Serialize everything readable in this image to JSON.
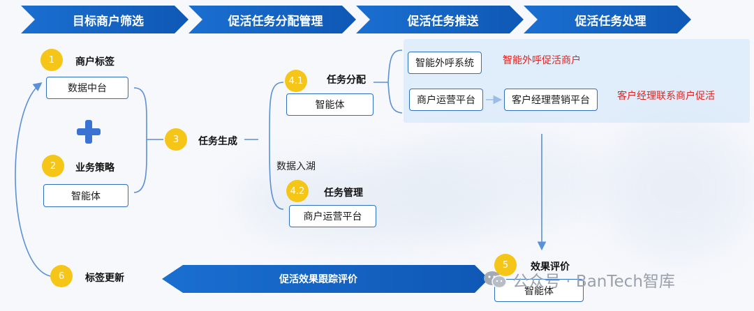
{
  "stages": [
    "目标商户筛选",
    "促活任务分配管理",
    "促活任务推送",
    "促活任务处理"
  ],
  "steps": {
    "s1": {
      "num": "1",
      "label": "商户标签",
      "box": "数据中台"
    },
    "s2": {
      "num": "2",
      "label": "业务策略",
      "box": "智能体"
    },
    "s3": {
      "num": "3",
      "label": "任务生成"
    },
    "s41": {
      "num": "4.1",
      "label": "任务分配",
      "box": "智能体"
    },
    "s42": {
      "num": "4.2",
      "label": "任务管理",
      "box": "商户运营平台"
    },
    "s5": {
      "num": "5",
      "label": "效果评价",
      "box": "智能体"
    },
    "s6": {
      "num": "6",
      "label": "标签更新"
    }
  },
  "data_lake": "数据入湖",
  "push": {
    "outbound_system": "智能外呼系统",
    "outbound_result": "智能外呼促活商户",
    "merchant_platform": "商户运营平台",
    "manager_platform": "客户经理营销平台",
    "manager_result": "客户经理联系商户促活"
  },
  "feedback_banner": "促活效果跟踪评价",
  "watermark": "公众号 · BanTech智库",
  "colors": {
    "stage_blue": "#1565c0",
    "node_border": "#2f6fc4",
    "badge_yellow": "#f5c518",
    "connector": "#5b8fd6",
    "accent_red": "#e0231f"
  }
}
